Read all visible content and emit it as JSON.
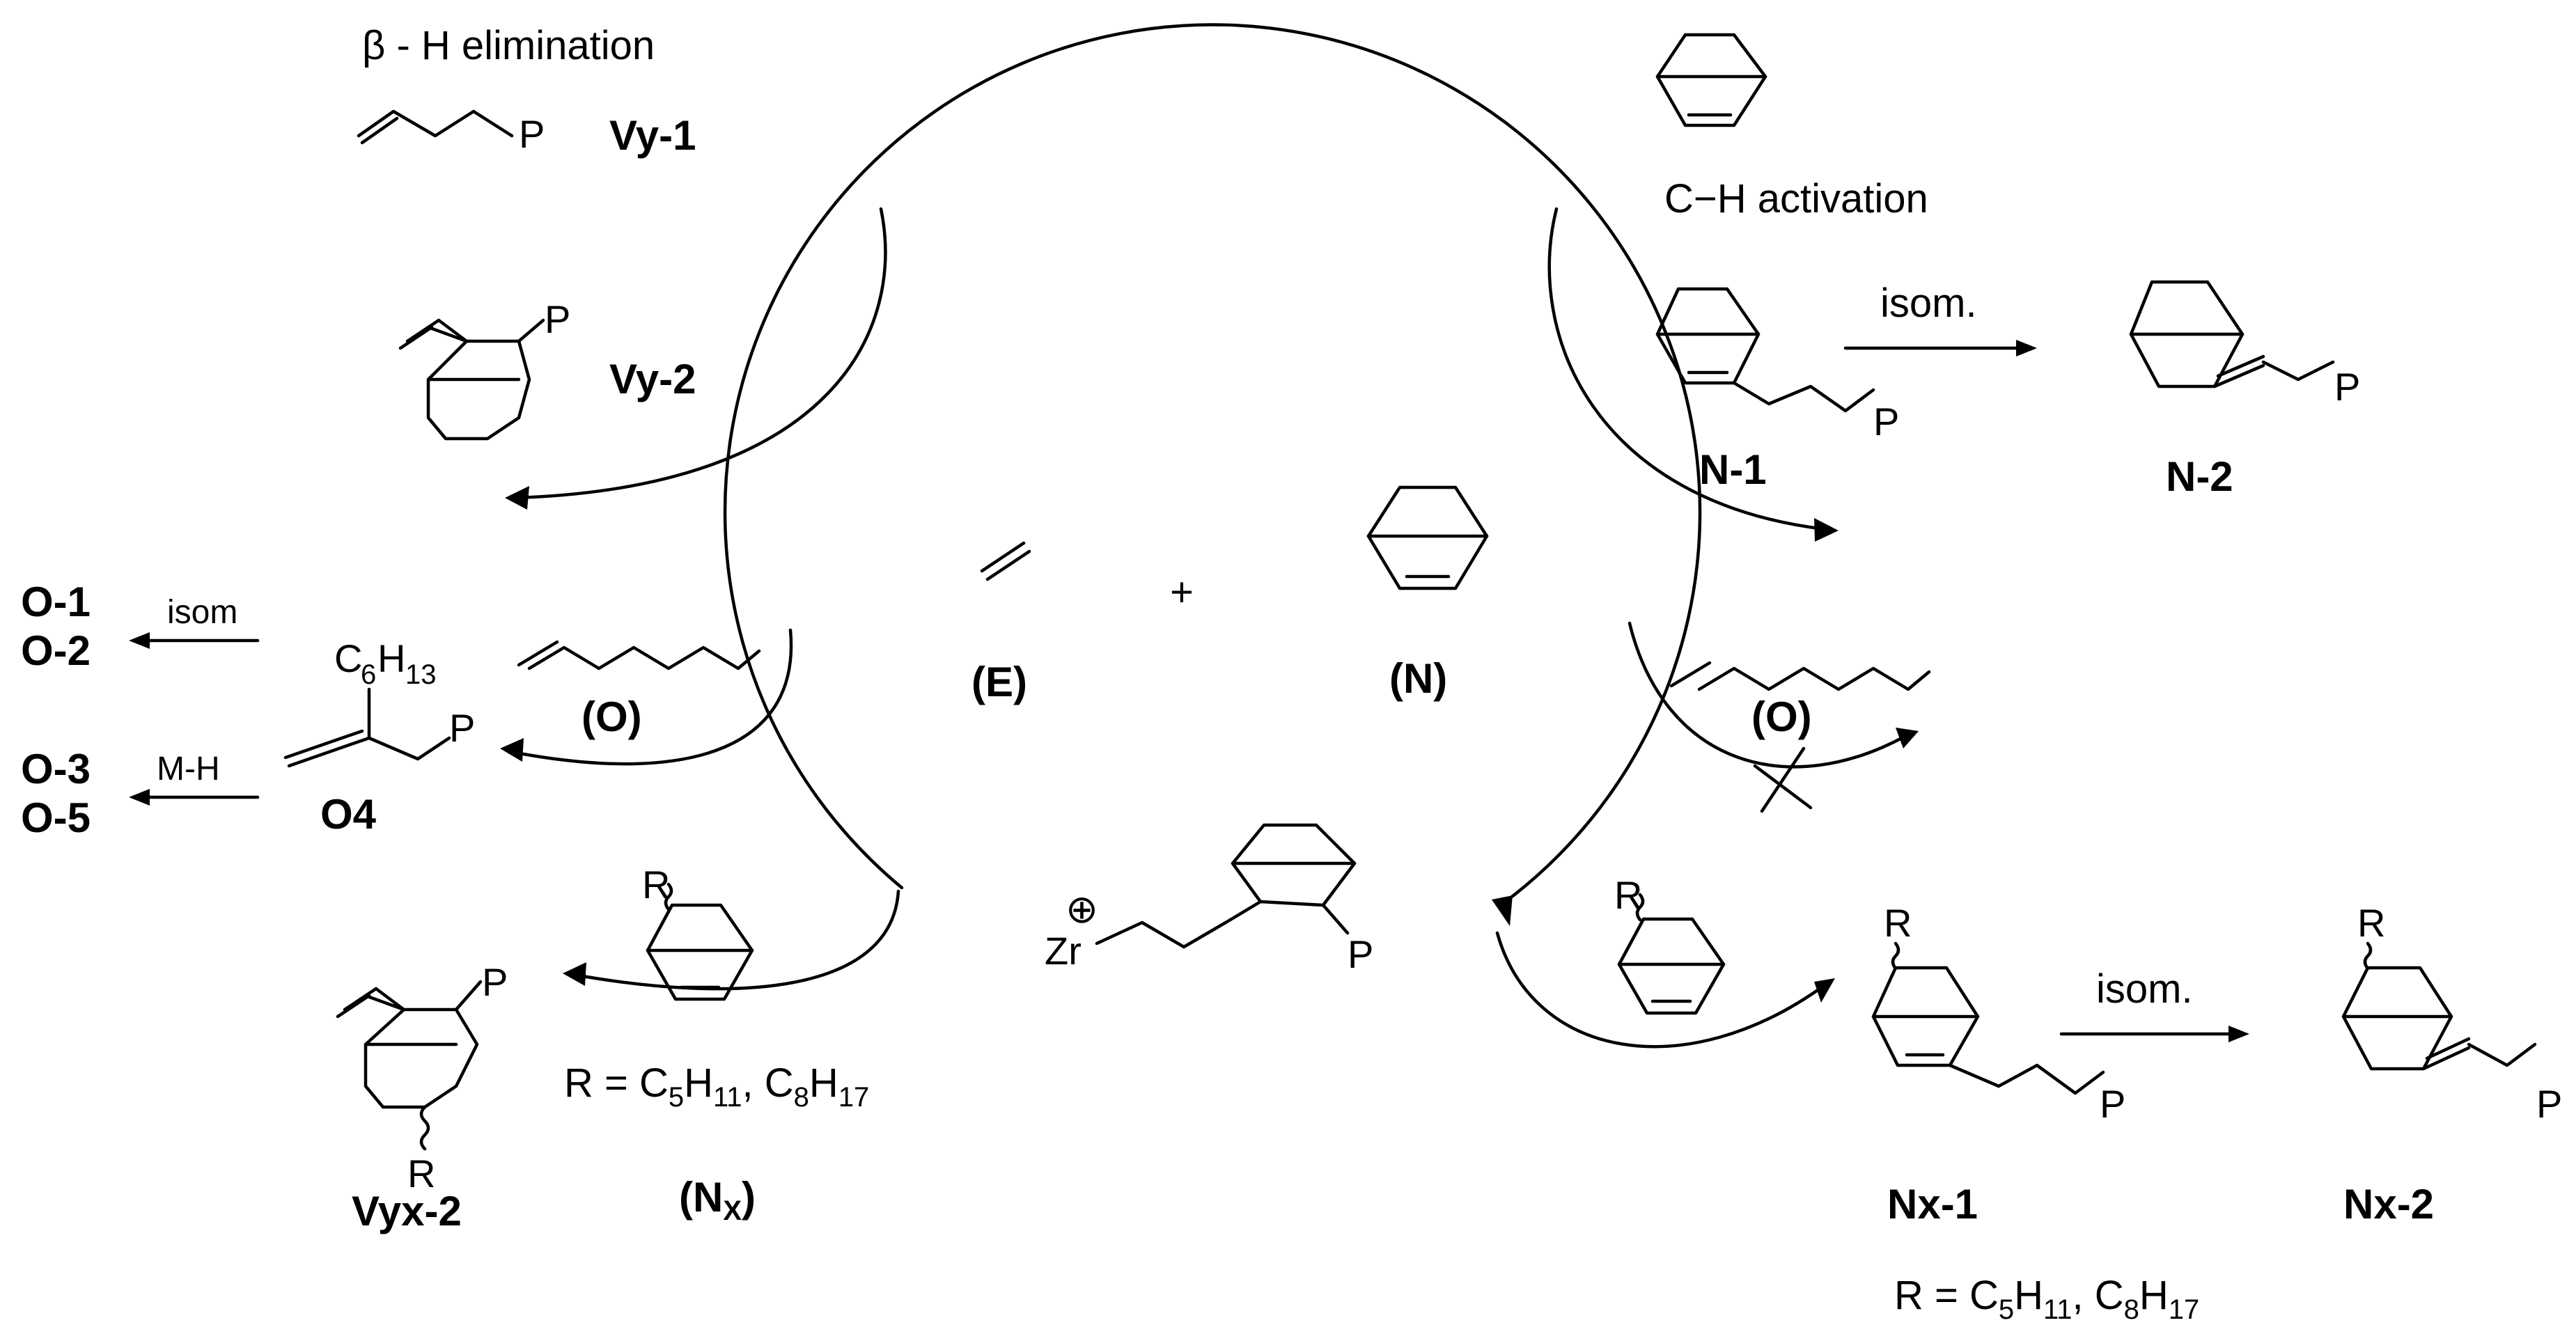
{
  "labels": {
    "beta_h": "β - H elimination",
    "vy1": "Vy-1",
    "vy2": "Vy-2",
    "ch_activation": "C−H  activation",
    "isom": "isom.",
    "isom_plain": "isom",
    "mh": "M-H",
    "n1": "N-1",
    "n2": "N-2",
    "o1": "O-1",
    "o2": "O-2",
    "o3": "O-3",
    "o5": "O-5",
    "o4": "O4",
    "o_label": "(O)",
    "e_label": "(E)",
    "n_label": "(N)",
    "nx_label": "(N",
    "nx_sub": "X",
    "nx_close": ")",
    "vyx2": "Vyx-2",
    "nx1": "Nx-1",
    "nx2": "Nx-2",
    "r_eq": "R = C",
    "r_sub1": "5",
    "r_mid": "H",
    "r_sub2": "11",
    "r_sep": ", C",
    "r_sub3": "8",
    "r_sub4": "17",
    "c6h13_c": "C",
    "c6h13_6": "6",
    "c6h13_h": "H",
    "c6h13_13": "13",
    "plus": "+",
    "zr": "Zr",
    "charge": "⊕"
  },
  "atoms": {
    "p": "P",
    "r": "R"
  }
}
